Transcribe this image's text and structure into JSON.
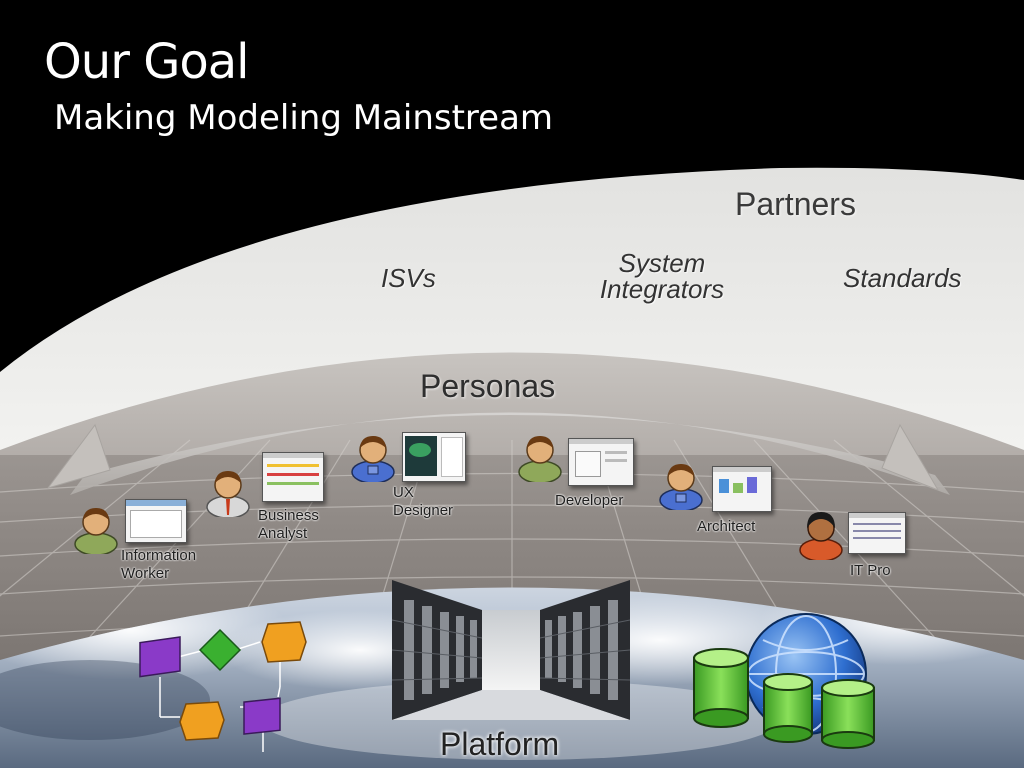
{
  "slide": {
    "title": "Our Goal",
    "subtitle": "Making Modeling Mainstream"
  },
  "partners": {
    "heading": "Partners",
    "items": [
      "ISVs",
      "System Integrators",
      "Standards"
    ],
    "system_integrators_lines": [
      "System",
      "Integrators"
    ]
  },
  "personas": {
    "heading": "Personas",
    "items": [
      {
        "lines": [
          "Information",
          "Worker"
        ],
        "avatar_color": "#8fa85a",
        "icon": "user-icon"
      },
      {
        "lines": [
          "Business",
          "Analyst"
        ],
        "avatar_color": "#d8d8d8",
        "icon": "user-icon"
      },
      {
        "lines": [
          "UX",
          "Designer"
        ],
        "avatar_color": "#4a6fd0",
        "icon": "user-icon"
      },
      {
        "lines": [
          "Developer"
        ],
        "avatar_color": "#8fa85a",
        "icon": "user-icon"
      },
      {
        "lines": [
          "Architect"
        ],
        "avatar_color": "#4a6fd0",
        "icon": "user-icon"
      },
      {
        "lines": [
          "IT Pro"
        ],
        "avatar_color": "#d85a2a",
        "icon": "user-icon"
      }
    ]
  },
  "platform": {
    "heading": "Platform",
    "icons": [
      "workflow-diagram-icon",
      "server-racks-icon",
      "globe-database-icon"
    ]
  },
  "colors": {
    "background": "#000000",
    "workflow_purple": "#8a3ac8",
    "workflow_orange": "#f0a020",
    "workflow_green": "#3ab030",
    "database_green": "#5cc03a",
    "globe_blue": "#2f6fd0"
  }
}
